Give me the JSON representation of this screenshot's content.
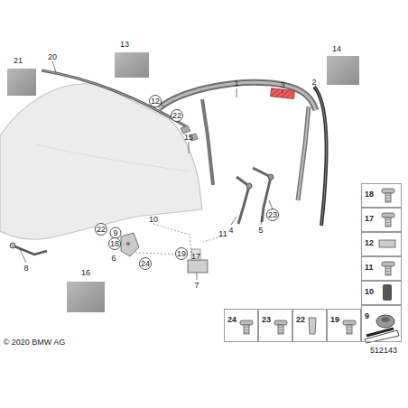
{
  "diagram": {
    "nodes": [
      {
        "text": [
          "18"
        ]
      },
      {
        "text": [
          "17"
        ]
      },
      {
        "text": [
          "12"
        ]
      },
      {
        "text": [
          "11"
        ]
      },
      {
        "text": [
          "10"
        ]
      },
      {
        "text": [
          "24"
        ]
      },
      {
        "text": [
          "23"
        ]
      },
      {
        "text": [
          "22"
        ]
      },
      {
        "text": [
          "19"
        ]
      },
      {
        "text": [
          "9"
        ]
      }
    ],
    "edges": [],
    "labels": [
      "21",
      "20",
      "13",
      "1",
      "3",
      "2",
      "14",
      "12",
      "22",
      "15",
      "10",
      "23",
      "4",
      "5",
      "11",
      "22",
      "9",
      "18",
      "6",
      "24",
      "19",
      "17",
      "7",
      "8",
      "16",
      "© 2020 BMW AG",
      "512143"
    ]
  }
}
